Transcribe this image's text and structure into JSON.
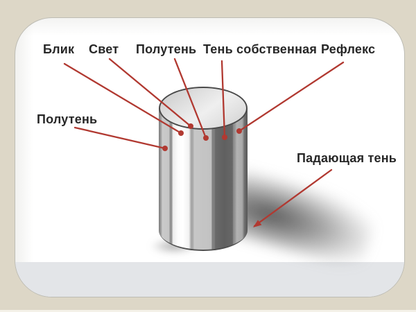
{
  "diagram": {
    "subject": "cylinder-light-and-shadow",
    "labels": {
      "blik": "Блик",
      "svet": "Свет",
      "polutem_top": "Полутень",
      "ten_sobstvennaya": "Тень собственная",
      "refleks": "Рефлекс",
      "polutem_left": "Полутень",
      "padayushchaya_ten": "Падающая тень"
    }
  },
  "colors": {
    "slide_background": "#ddd7c7",
    "card_background": "#ffffff",
    "card_bottom_strip": "#e3e5e8",
    "card_border": "#bdbcb4",
    "label_text": "#272727",
    "annotation_red": "#b13931",
    "cylinder_dark_band": "#606060",
    "cylinder_highlight": "#ffffff"
  }
}
